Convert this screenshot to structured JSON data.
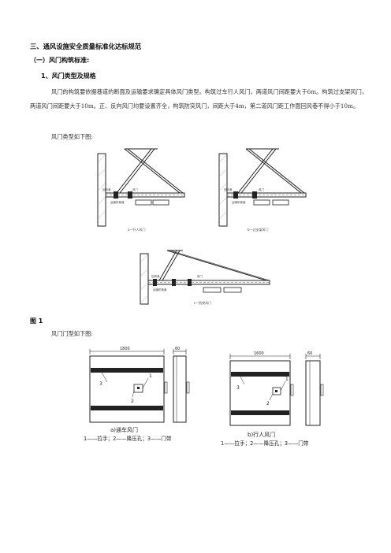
{
  "section_title": "三、通风设施安全质量标准化达标规范",
  "subsection_title": "（一）风门构筑标准:",
  "item_title": "1、风门类型及规格",
  "paragraph": "风门的构筑要依据巷道的断面及运输要求确定具体风门类型。构筑过车行人风门，两道风门间距要大于6m。构筑过支架风门，两道风门间距要大于10m。正、反向风门均要设置齐全，构筑防突风门，间距大于4m，第二道风门距工作面回风巷不得小于10m。",
  "caption_types": "风门类型如下图:",
  "diagrams": {
    "a": {
      "caption": "a—行人风门",
      "label_left": "回风巷",
      "label_mid": "风门",
      "label_bottom": "运输机巷道"
    },
    "b": {
      "caption": "b—过支架风门",
      "label_left": "回风巷",
      "label_mid": "风门",
      "label_bottom": "运输机巷道"
    },
    "c": {
      "caption": "c—防突风门",
      "label_left": "回风巷",
      "label_mid": "风门",
      "label_bottom": "运输机巷道"
    }
  },
  "figure_label": "图 1",
  "caption_doors": "风门门型如下图:",
  "door_a": {
    "width_dim": "1800",
    "depth_dim": "60",
    "callouts": [
      "3",
      "1",
      "2"
    ],
    "caption": "a)通车风门",
    "legend": "1——拉手；2——降压孔；3——门带"
  },
  "door_b": {
    "width_dim": "1600",
    "depth_dim": "60",
    "callouts": [
      "3",
      "1",
      "2"
    ],
    "caption": "b)行人风门",
    "legend": "1——拉手；2——降压孔；3——门带"
  }
}
